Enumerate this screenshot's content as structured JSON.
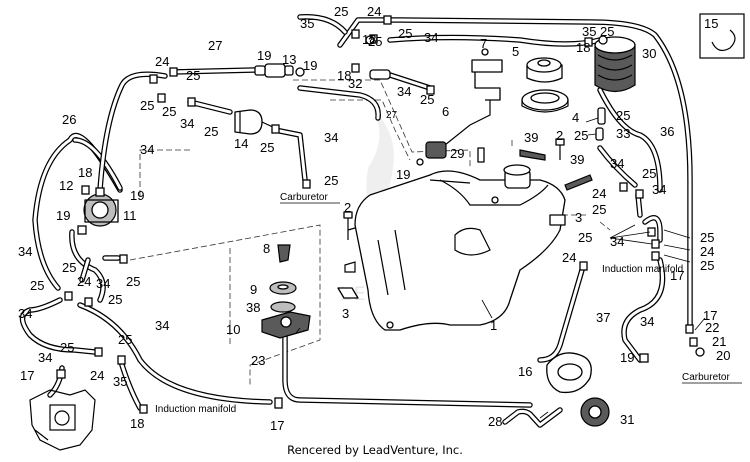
{
  "diagram": {
    "labels": {
      "carburetor_left": "Carburetor",
      "carburetor_right": "Carburetor",
      "induction_manifold_right": "Induction manifold",
      "induction_manifold_left": "Induction manifold"
    },
    "watermark": "LEADVENTURE",
    "credit": "Rencered by LeadVenture, Inc.",
    "part_numbers": {
      "n1": "1",
      "n2a": "2",
      "n2b": "2",
      "n3a": "3",
      "n3b": "3",
      "n4": "4",
      "n5": "5",
      "n6": "6",
      "n7": "7",
      "n8": "8",
      "n9": "9",
      "n10": "10",
      "n11": "11",
      "n12": "12",
      "n13": "13",
      "n14": "14",
      "n15": "15",
      "n16": "16",
      "n17a": "17",
      "n17b": "17",
      "n17c": "17",
      "n17d": "17",
      "n18a": "18",
      "n18b": "18",
      "n18c": "18",
      "n18d": "18",
      "n18e": "18",
      "n19a": "19",
      "n19b": "19",
      "n19c": "19",
      "n19d": "19",
      "n19e": "19",
      "n19f": "19",
      "n20": "20",
      "n21": "21",
      "n22": "22",
      "n23": "23",
      "n24a": "24",
      "n24b": "24",
      "n24c": "24",
      "n24d": "24",
      "n24e": "24",
      "n24f": "24",
      "n24g": "24",
      "n25a": "25",
      "n25b": "25",
      "n25c": "25",
      "n25d": "25",
      "n25e": "25",
      "n25f": "25",
      "n25g": "25",
      "n25h": "25",
      "n25i": "25",
      "n25j": "25",
      "n25k": "25",
      "n25l": "25",
      "n25m": "25",
      "n25n": "25",
      "n25o": "25",
      "n25p": "25",
      "n25q": "25",
      "n25r": "25",
      "n25s": "25",
      "n25t": "25",
      "n25u": "25",
      "n25v": "25",
      "n25w": "25",
      "n25x": "25",
      "n26": "26",
      "n27a": "27",
      "n27b": "27",
      "n28": "28",
      "n29": "29",
      "n30": "30",
      "n31": "31",
      "n32": "32",
      "n33": "33",
      "n34a": "34",
      "n34b": "34",
      "n34c": "34",
      "n34d": "34",
      "n34e": "34",
      "n34f": "34",
      "n34g": "34",
      "n34h": "34",
      "n34i": "34",
      "n34j": "34",
      "n34k": "34",
      "n34l": "34",
      "n34m": "34",
      "n34n": "34",
      "n35a": "35",
      "n35b": "35",
      "n35c": "35",
      "n36": "36",
      "n37": "37",
      "n38": "38",
      "n39a": "39",
      "n39b": "39"
    }
  }
}
